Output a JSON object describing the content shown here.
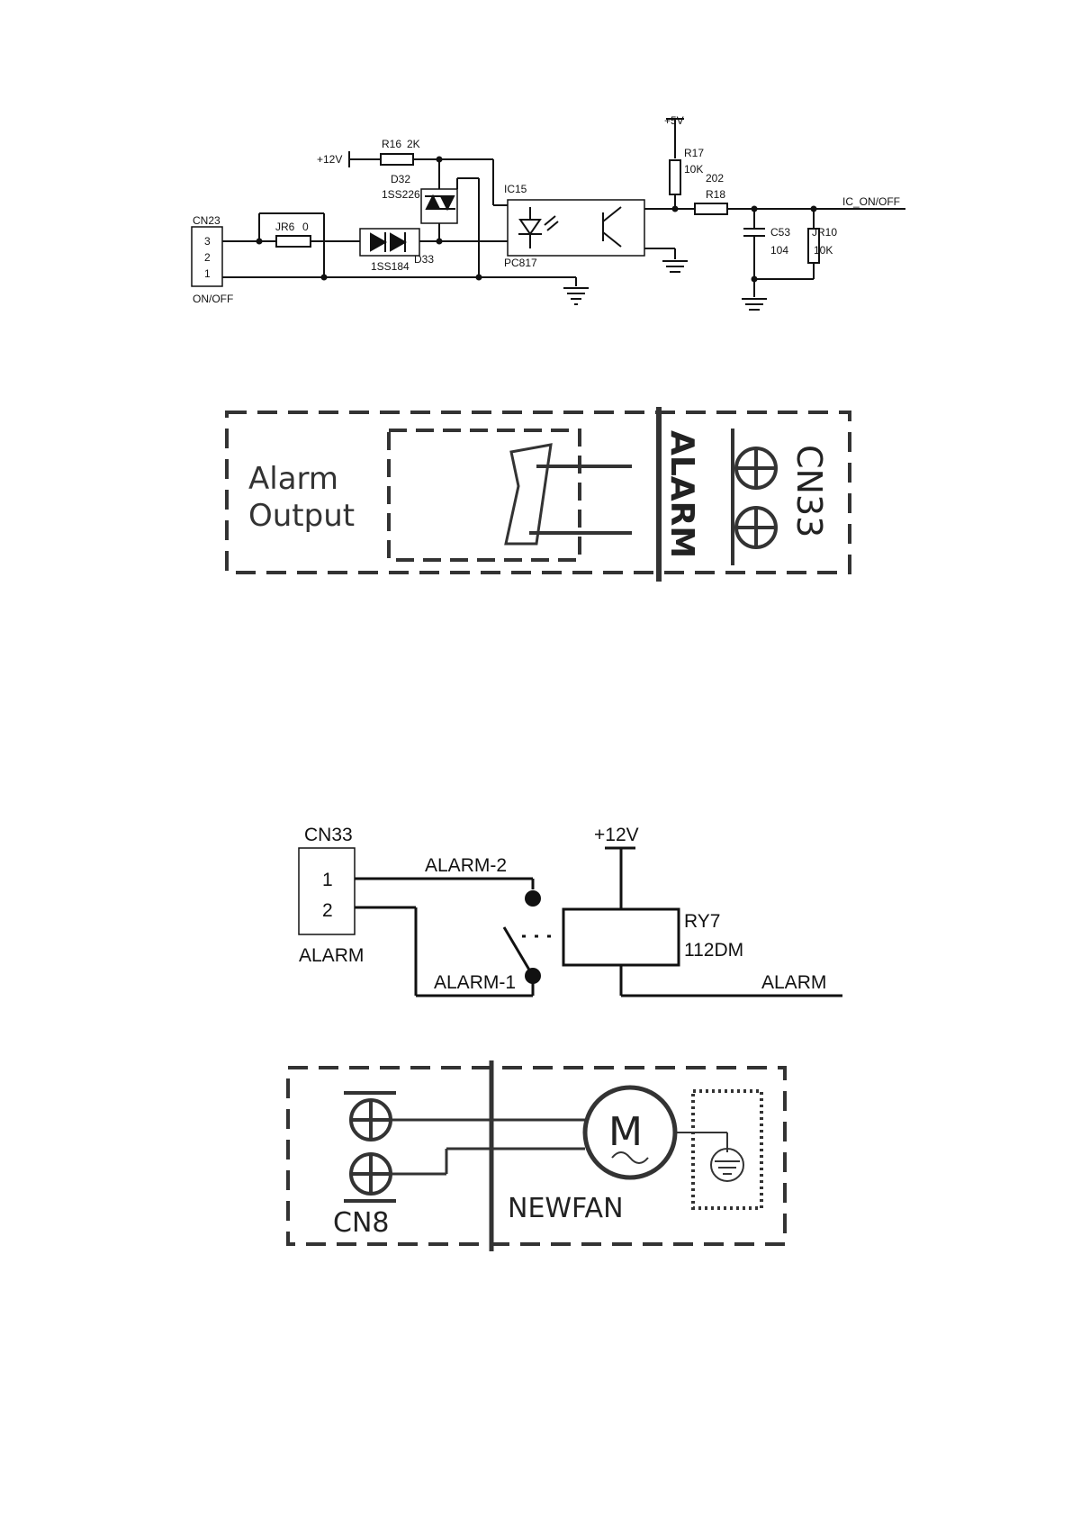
{
  "schematic1": {
    "connector_label": "CN23",
    "connector_pins": [
      "3",
      "2",
      "1"
    ],
    "connector_caption": "ON/OFF",
    "jumper": "JR6",
    "jumper_value": "0",
    "supply_12v": "+12V",
    "r16": "R16",
    "r16_value": "2K",
    "d32": "D32",
    "d32_part": "1SS226",
    "d33": "D33",
    "d33_part": "1SS184",
    "ic15": "IC15",
    "ic15_part": "PC817",
    "supply_5v": "+5V",
    "r17": "R17",
    "r17_value": "10K",
    "r18_value": "202",
    "r18": "R18",
    "c53": "C53",
    "c53_value": "104",
    "jr10": "JR10",
    "jr10_value": "10K",
    "net_out": "IC_ON/OFF"
  },
  "alarm_block": {
    "title_line1": "Alarm",
    "title_line2": "Output",
    "vertical_label": "ALARM",
    "connector": "CN33"
  },
  "schematic2": {
    "connector": "CN33",
    "pins": [
      "1",
      "2"
    ],
    "connector_caption": "ALARM",
    "net_top": "ALARM-2",
    "net_bottom": "ALARM-1",
    "supply": "+12V",
    "relay": "RY7",
    "relay_part": "112DM",
    "net_out": "ALARM"
  },
  "fan_block": {
    "connector": "CN8",
    "motor_symbol": "M",
    "fan_label": "NEWFAN"
  }
}
